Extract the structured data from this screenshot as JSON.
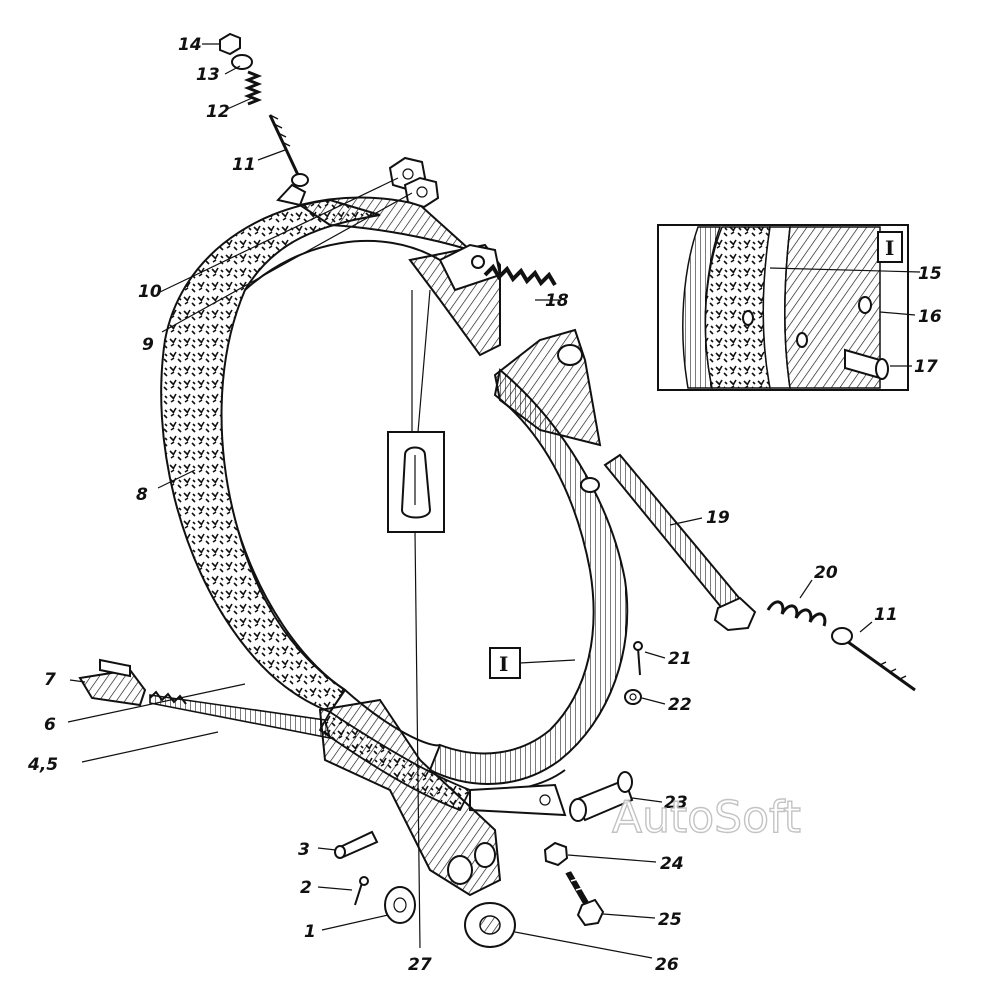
{
  "labels": {
    "l1": "1",
    "l2": "2",
    "l3": "3",
    "l45": "4,5",
    "l6": "6",
    "l7": "7",
    "l8": "8",
    "l9": "9",
    "l10": "10",
    "l11a": "11",
    "l11b": "11",
    "l12": "12",
    "l13": "13",
    "l14": "14",
    "l15": "15",
    "l16": "16",
    "l17": "17",
    "l18": "18",
    "l19": "19",
    "l20": "20",
    "l21": "21",
    "l22": "22",
    "l23": "23",
    "l24": "24",
    "l25": "25",
    "l26": "26",
    "l27": "27"
  },
  "section_marks": {
    "inset": "I",
    "band": "I"
  },
  "watermark": "AutoSoft"
}
